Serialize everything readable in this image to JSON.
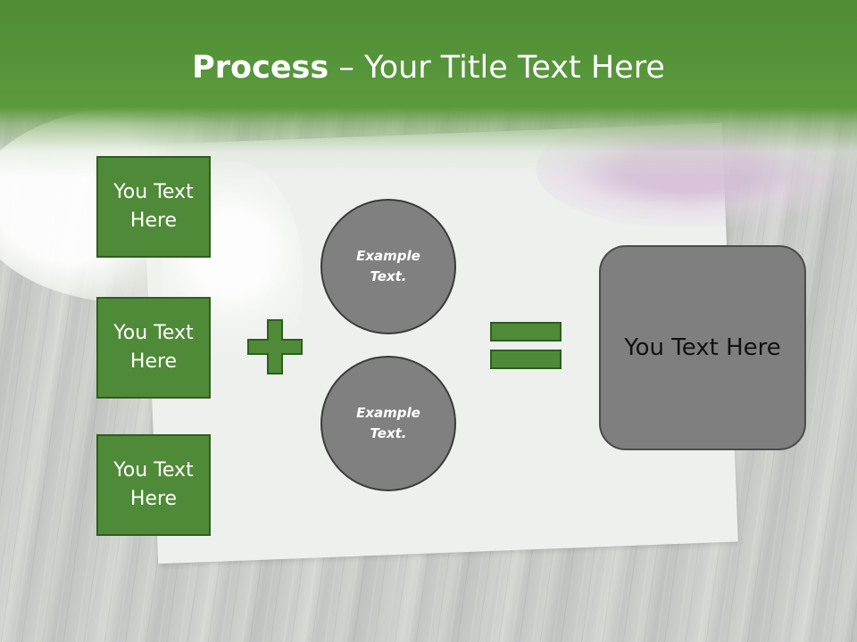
{
  "title": {
    "bold": "Process",
    "rest": " – Your Title Text Here"
  },
  "boxes": [
    {
      "label": "You Text Here"
    },
    {
      "label": "You Text Here"
    },
    {
      "label": "You Text Here"
    }
  ],
  "circles": [
    {
      "label": "Example Text."
    },
    {
      "label": "Example Text."
    }
  ],
  "result": {
    "label": "You Text Here"
  },
  "icons": {
    "plus": "plus-icon",
    "equals": "equals-icon"
  },
  "colors": {
    "header_green": "#4f8a38",
    "box_green": "#4f8a38",
    "box_border": "#2e5e1f",
    "circle_gray": "#808080",
    "result_gray": "#7f7f7f"
  }
}
